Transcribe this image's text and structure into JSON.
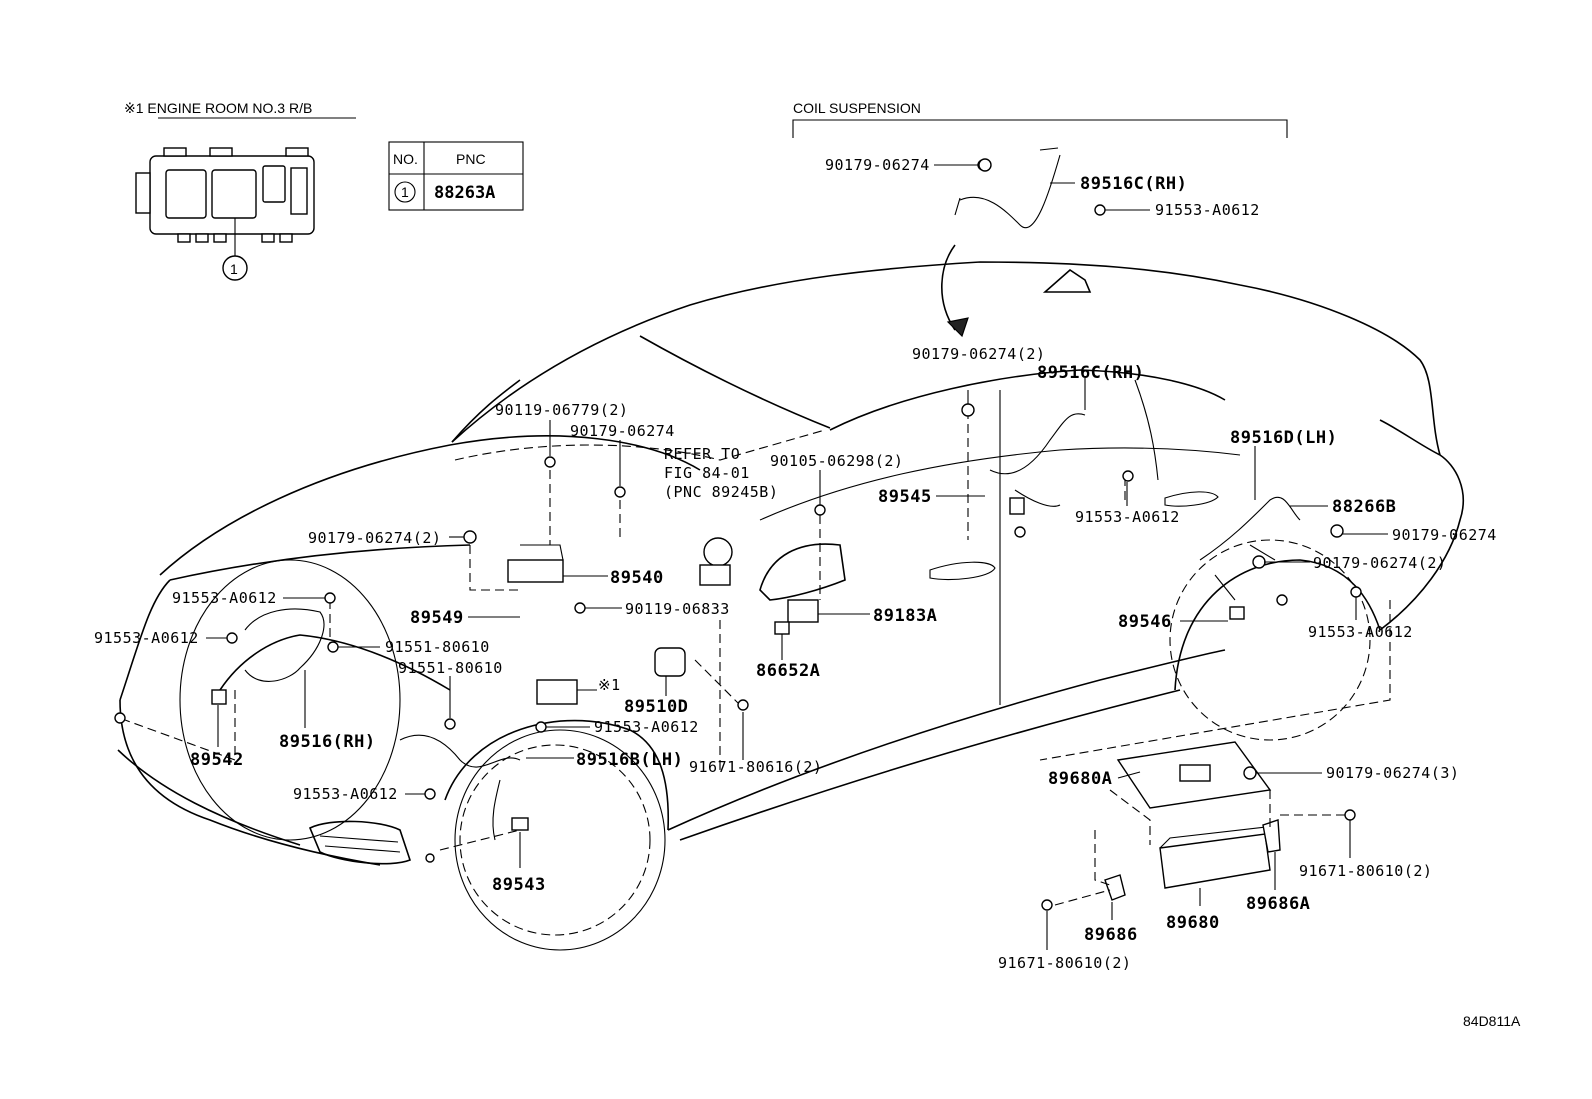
{
  "header": {
    "engine_room_note": "※1 ENGINE ROOM NO.3 R/B",
    "coil_suspension": "COIL SUSPENSION",
    "callout_number": "1"
  },
  "pnc_table": {
    "col_no": "NO.",
    "col_pnc": "PNC",
    "row_no": "1",
    "row_pnc": "88263A"
  },
  "refer_note": {
    "line1": "REFER TO",
    "line2": "FIG 84-01",
    "line3": "(PNC 89245B)"
  },
  "ref_mark_label": "※1",
  "figure_id": "84D811A",
  "part_labels": [
    "90179-06274",
    "89516C(RH)",
    "91553-A0612",
    "90179-06274(2)",
    "89516C(RH)",
    "90119-06779(2)",
    "90179-06274",
    "REFER TO",
    "90105-06298(2)",
    "89545",
    "89516D(LH)",
    "88266B",
    "90179-06274",
    "91553-A0612",
    "90179-06274(2)",
    "89540",
    "90179-06274(2)",
    "91553-A0612",
    "89549",
    "90119-06833",
    "89183A",
    "91553-A0612",
    "91551-80610",
    "89546",
    "91553-A0612",
    "91551-80610",
    "86652A",
    "89510D",
    "89516(RH)",
    "91553-A0612",
    "89542",
    "89516B(LH)",
    "91671-80616(2)",
    "91553-A0612",
    "89680A",
    "90179-06274(3)",
    "89543",
    "91671-80610(2)",
    "89686A",
    "89680",
    "89686",
    "91671-80610(2)"
  ]
}
